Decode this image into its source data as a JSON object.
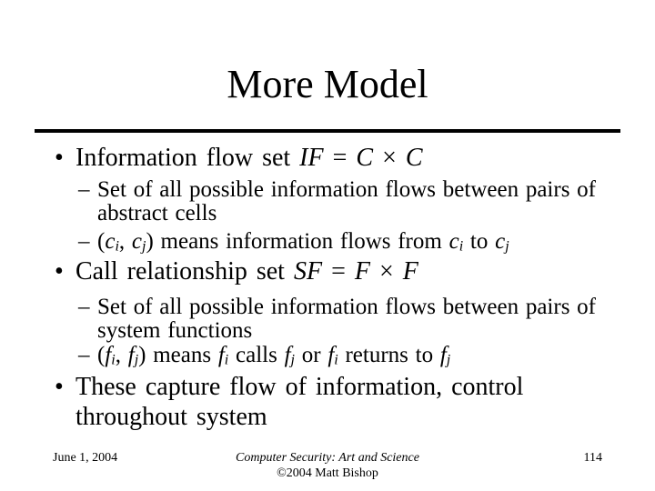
{
  "page": {
    "background_color": "#ffffff",
    "text_color": "#000000"
  },
  "slide": {
    "title": "More Model",
    "items": [
      {
        "type": "bullet",
        "marker": "•",
        "lines": [
          [
            {
              "t": "Information flow set "
            },
            {
              "t": "IF",
              "i": true
            },
            {
              "t": " = "
            },
            {
              "t": "C",
              "i": true
            },
            {
              "t": " × "
            },
            {
              "t": "C",
              "i": true
            }
          ]
        ]
      },
      {
        "type": "sub",
        "marker": "–",
        "lines": [
          [
            {
              "t": "Set of all possible information flows between pairs of"
            }
          ],
          [
            {
              "t": "abstract cells"
            }
          ]
        ]
      },
      {
        "type": "sub",
        "marker": "–",
        "lines": [
          [
            {
              "t": "("
            },
            {
              "t": "c",
              "i": true
            },
            {
              "t": "i",
              "i": true,
              "sub": true
            },
            {
              "t": ", "
            },
            {
              "t": "c",
              "i": true
            },
            {
              "t": "j",
              "i": true,
              "sub": true
            },
            {
              "t": ") means information flows from "
            },
            {
              "t": "c",
              "i": true
            },
            {
              "t": "i",
              "i": true,
              "sub": true
            },
            {
              "t": " to "
            },
            {
              "t": "c",
              "i": true
            },
            {
              "t": "j",
              "i": true,
              "sub": true
            }
          ]
        ]
      },
      {
        "type": "bullet",
        "marker": "•",
        "lines": [
          [
            {
              "t": "Call relationship set "
            },
            {
              "t": "SF",
              "i": true
            },
            {
              "t": " = "
            },
            {
              "t": "F",
              "i": true
            },
            {
              "t": " × "
            },
            {
              "t": "F",
              "i": true
            }
          ]
        ]
      },
      {
        "type": "sub",
        "marker": "–",
        "lines": [
          [
            {
              "t": "Set of all possible information flows between pairs of"
            }
          ],
          [
            {
              "t": "system functions"
            }
          ]
        ]
      },
      {
        "type": "sub",
        "marker": "–",
        "lines": [
          [
            {
              "t": "("
            },
            {
              "t": "f",
              "i": true
            },
            {
              "t": "i",
              "i": true,
              "sub": true
            },
            {
              "t": ", "
            },
            {
              "t": "f",
              "i": true
            },
            {
              "t": "j",
              "i": true,
              "sub": true
            },
            {
              "t": ") means "
            },
            {
              "t": "f",
              "i": true
            },
            {
              "t": "i",
              "i": true,
              "sub": true
            },
            {
              "t": " calls "
            },
            {
              "t": "f",
              "i": true
            },
            {
              "t": "j",
              "i": true,
              "sub": true
            },
            {
              "t": " or "
            },
            {
              "t": "f",
              "i": true
            },
            {
              "t": "i",
              "i": true,
              "sub": true
            },
            {
              "t": " returns to "
            },
            {
              "t": "f",
              "i": true
            },
            {
              "t": "j",
              "i": true,
              "sub": true
            }
          ]
        ]
      },
      {
        "type": "bullet",
        "marker": "•",
        "lines": [
          [
            {
              "t": "These capture flow of information, control"
            }
          ],
          [
            {
              "t": "throughout system"
            }
          ]
        ]
      }
    ],
    "footer": {
      "date": "June 1, 2004",
      "book_title": "Computer Security: Art and Science",
      "copyright": "©2004 Matt Bishop",
      "page_number": "114"
    }
  }
}
